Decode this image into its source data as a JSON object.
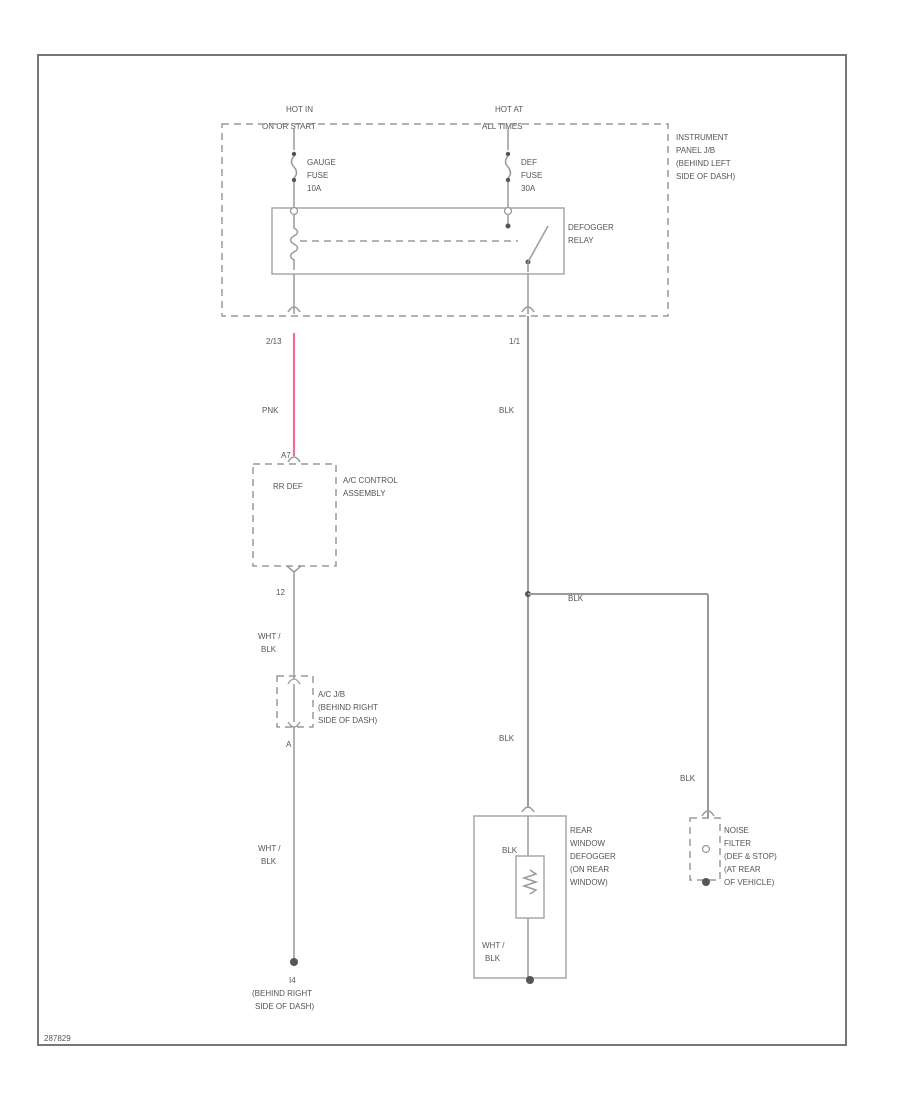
{
  "diagram": {
    "colors": {
      "pink_wire": "#f07090",
      "line": "#9a9a9a",
      "text": "#555555",
      "frame": "#777777"
    },
    "power": {
      "hot_left": [
        "HOT IN",
        "ON OR START"
      ],
      "hot_right": [
        "HOT AT",
        "ALL TIMES"
      ]
    },
    "fuses": {
      "gauge": [
        "GAUGE",
        "FUSE",
        "10A"
      ],
      "defogger": [
        "DEF",
        "FUSE",
        "30A"
      ]
    },
    "instrument_jb": [
      "INSTRUMENT",
      "PANEL J/B",
      "(BEHIND LEFT",
      "SIDE OF DASH)"
    ],
    "relay": [
      "DEFOGGER",
      "RELAY"
    ],
    "pins": {
      "left_jb": "2/13",
      "right_jb": "1/1",
      "ac_in": "A7",
      "ac_out": "12",
      "acjb_out": "A"
    },
    "wire_colors": {
      "pink": "PNK",
      "blk_right": "BLK",
      "blk_branch": "BLK",
      "blk_lower": "BLK",
      "blk_noise": "BLK",
      "wht_blk_1": [
        "WHT /",
        "BLK"
      ],
      "wht_blk_2": [
        "WHT /",
        "BLK"
      ],
      "wht_blk_3": [
        "WHT /",
        "BLK"
      ],
      "blk_inside": "BLK"
    },
    "ac_control": {
      "pin_label": "RR DEF",
      "name": [
        "A/C CONTROL",
        "ASSEMBLY"
      ]
    },
    "ac_jb": [
      "A/C J/B",
      "(BEHIND RIGHT",
      "SIDE OF DASH)"
    ],
    "ground_left": [
      "I4",
      "(BEHIND RIGHT",
      "SIDE OF DASH)"
    ],
    "rear_defogger": [
      "REAR",
      "WINDOW",
      "DEFOGGER",
      "(ON REAR",
      "WINDOW)"
    ],
    "noise_filter": [
      "NOISE",
      "FILTER",
      "(DEF & STOP)",
      "(AT REAR",
      "OF VEHICLE)"
    ],
    "figure_id": "287829"
  }
}
